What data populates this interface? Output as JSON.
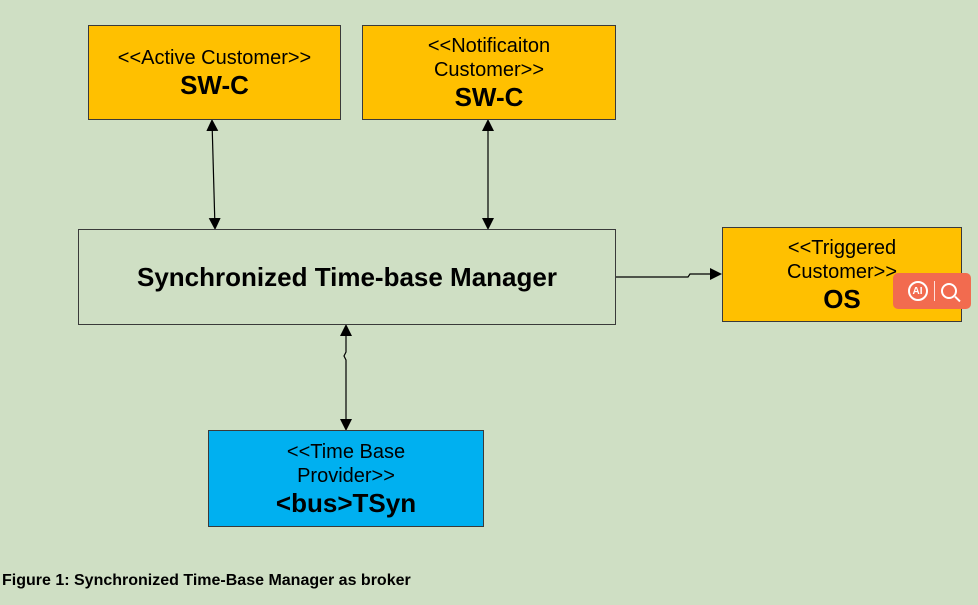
{
  "nodes": {
    "active_customer": {
      "stereotype": "<<Active Customer>>",
      "name": "SW-C"
    },
    "notification_customer": {
      "stereotype_line1": "<<Notificaiton",
      "stereotype_line2": "Customer>>",
      "name": "SW-C"
    },
    "manager": {
      "name": "Synchronized Time-base Manager"
    },
    "triggered_customer": {
      "stereotype_line1": "<<Triggered",
      "stereotype_line2": "Customer>>",
      "name": "OS"
    },
    "time_base_provider": {
      "stereotype_line1": "<<Time Base",
      "stereotype_line2": "Provider>>",
      "name": "<bus>TSyn"
    }
  },
  "caption": "Figure 1: Synchronized Time-Base Manager as broker",
  "ai_widget": {
    "label": "AI",
    "icons": [
      "ai-icon",
      "search-icon"
    ],
    "color": "#f26b4f"
  },
  "colors": {
    "background": "#cfdfc4",
    "orange": "#ffc000",
    "blue": "#00b0f0"
  }
}
